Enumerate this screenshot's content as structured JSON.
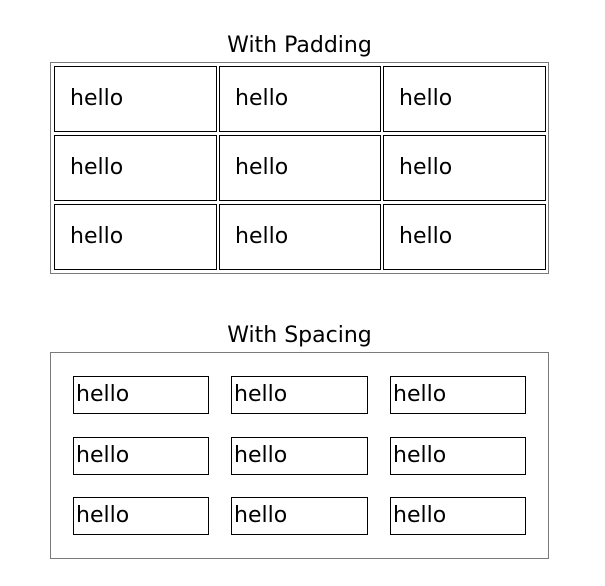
{
  "padding_table": {
    "caption": "With Padding",
    "rows": [
      [
        "hello",
        "hello",
        "hello"
      ],
      [
        "hello",
        "hello",
        "hello"
      ],
      [
        "hello",
        "hello",
        "hello"
      ]
    ]
  },
  "spacing_table": {
    "caption": "With Spacing",
    "rows": [
      [
        "hello",
        "hello",
        "hello"
      ],
      [
        "hello",
        "hello",
        "hello"
      ],
      [
        "hello",
        "hello",
        "hello"
      ]
    ]
  },
  "colors": {
    "background": "#ffffff",
    "text": "#000000",
    "cell_border": "#000000",
    "outer_border": "#7a7a7a"
  }
}
